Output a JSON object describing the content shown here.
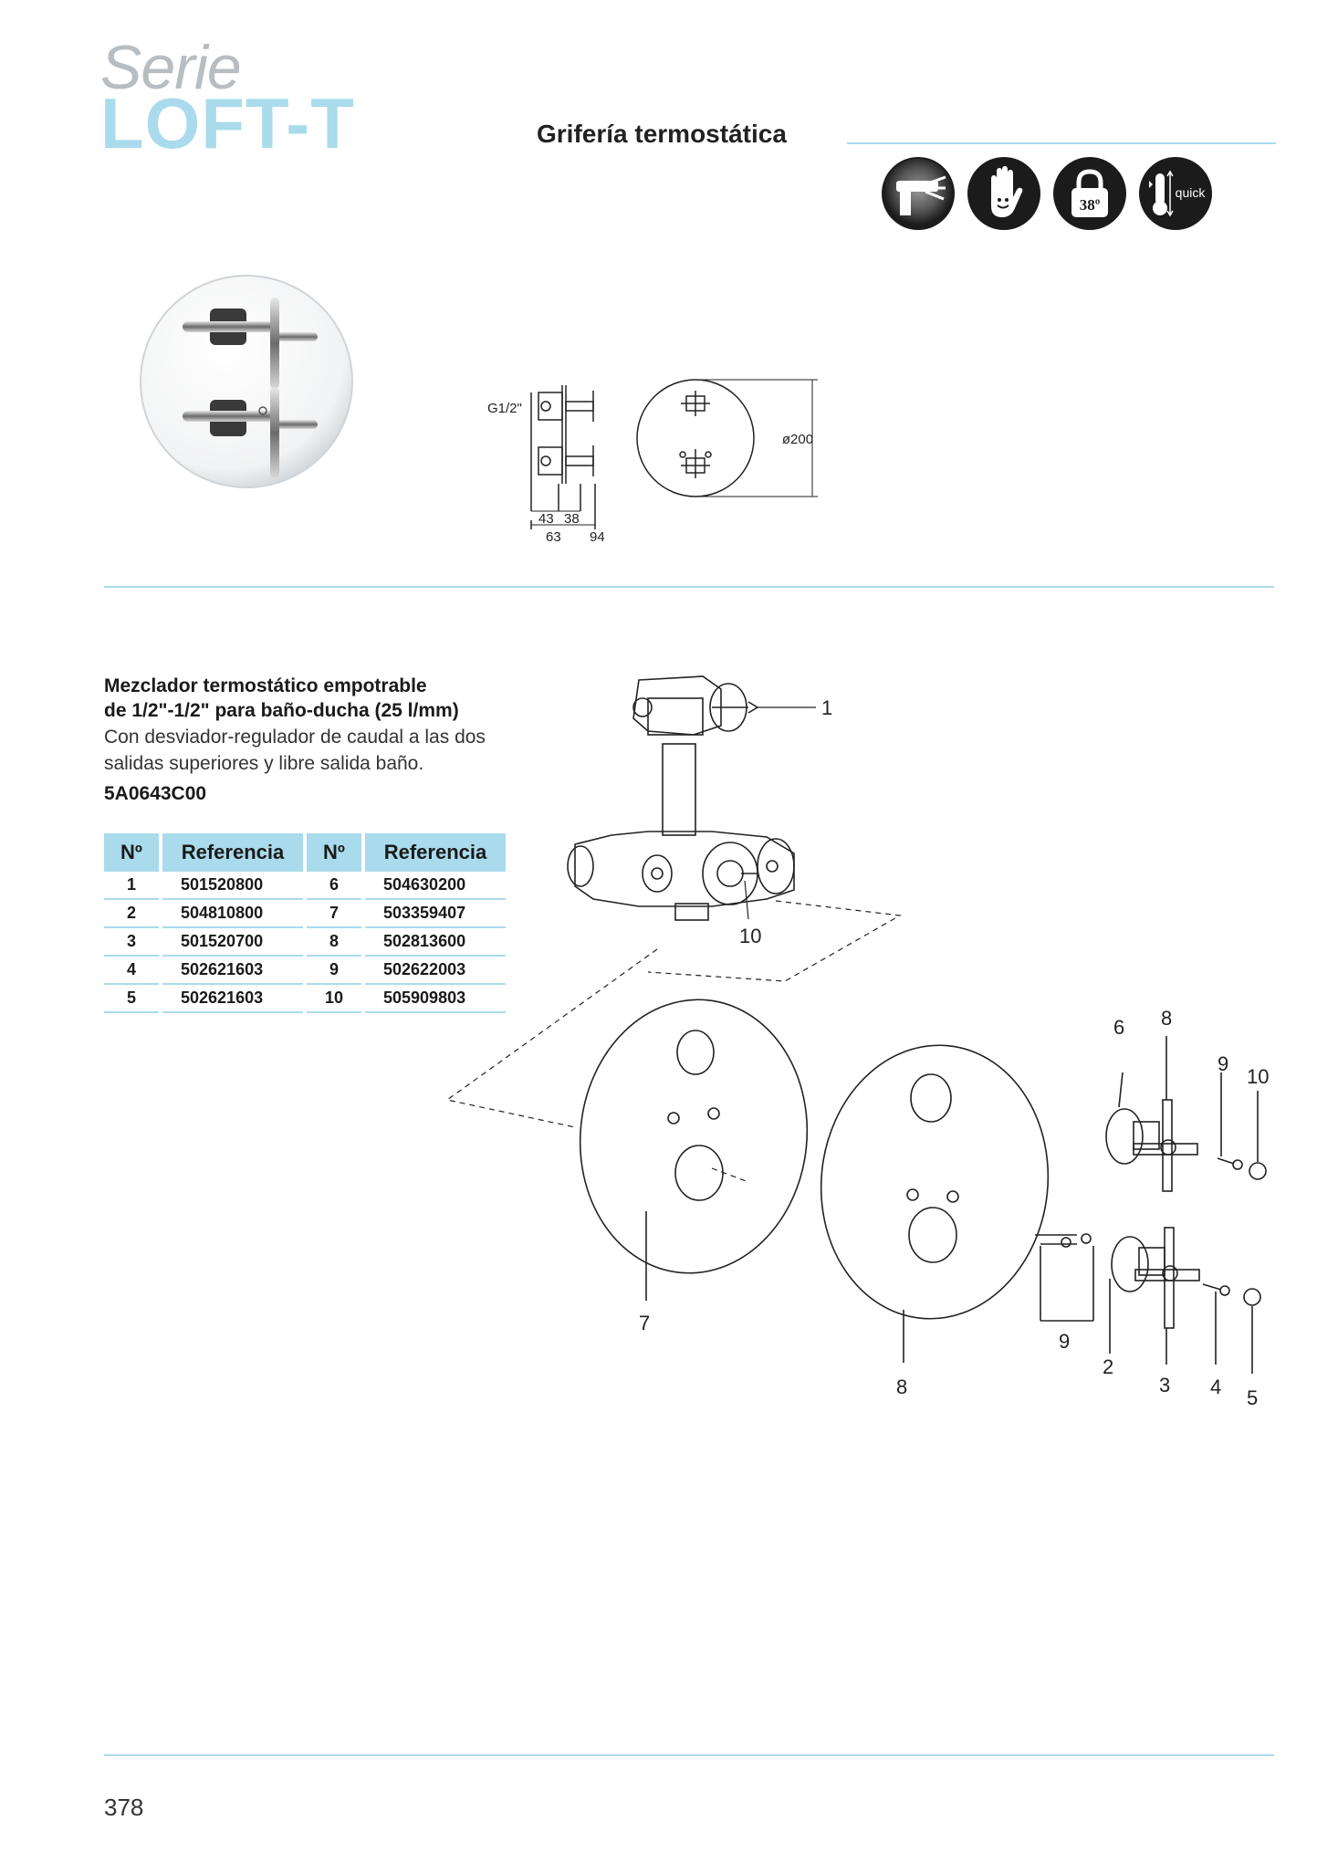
{
  "header": {
    "serie": "Serie",
    "series_name": "LOFT-T",
    "section_title": "Grifería termostática"
  },
  "feature_icons": [
    {
      "icon": "hot-water-flow-icon"
    },
    {
      "icon": "safety-hand-icon"
    },
    {
      "icon": "temperature-lock-icon",
      "label": "38º"
    },
    {
      "icon": "quick-thermometer-icon",
      "label": "quick"
    }
  ],
  "drawing": {
    "thread_label": "G1/2\"",
    "diameter_label": "ø200",
    "dims": [
      "43",
      "38",
      "63",
      "94"
    ]
  },
  "product": {
    "title_line1": "Mezclador termostático empotrable",
    "title_line2": "de 1/2\"-1/2\" para baño-ducha (25 l/mm)",
    "desc_line1": "Con desviador-regulador de caudal a las dos",
    "desc_line2": "salidas superiores y libre salida baño.",
    "code": "5A0643C00"
  },
  "parts_table": {
    "headers": [
      "Nº",
      "Referencia",
      "Nº",
      "Referencia"
    ],
    "rows": [
      {
        "n1": "1",
        "r1": "501520800",
        "n2": "6",
        "r2": "504630200"
      },
      {
        "n1": "2",
        "r1": "504810800",
        "n2": "7",
        "r2": "503359407"
      },
      {
        "n1": "3",
        "r1": "501520700",
        "n2": "8",
        "r2": "502813600"
      },
      {
        "n1": "4",
        "r1": "502621603",
        "n2": "9",
        "r2": "502622003"
      },
      {
        "n1": "5",
        "r1": "502621603",
        "n2": "10",
        "r2": "505909803"
      }
    ]
  },
  "exploded_labels": [
    "1",
    "10",
    "6",
    "8",
    "9",
    "10",
    "7",
    "8",
    "9",
    "2",
    "3",
    "4",
    "5"
  ],
  "page_number": "378",
  "colors": {
    "accent": "#a9dbec",
    "serie_gray": "#b8bdc2",
    "icon_bg": "#1b1b1b"
  }
}
